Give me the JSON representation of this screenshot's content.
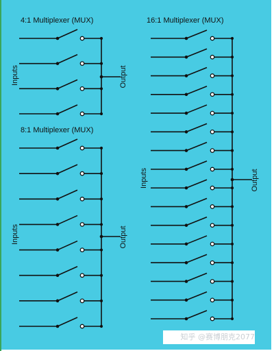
{
  "background_color": "#48cbe3",
  "line_color": "#111111",
  "diagrams": {
    "mux4": {
      "title": "4:1 Multiplexer (MUX)",
      "inputs_label": "Inputs",
      "output_label": "Output",
      "input_count": 4
    },
    "mux8": {
      "title": "8:1 Multiplexer (MUX)",
      "inputs_label": "Inputs",
      "output_label": "Output",
      "input_count": 8
    },
    "mux16": {
      "title": "16:1 Multiplexer (MUX)",
      "inputs_label": "Inputs",
      "output_label": "Output",
      "input_count": 16
    }
  },
  "watermark": "知乎 @赛博朋克2077"
}
